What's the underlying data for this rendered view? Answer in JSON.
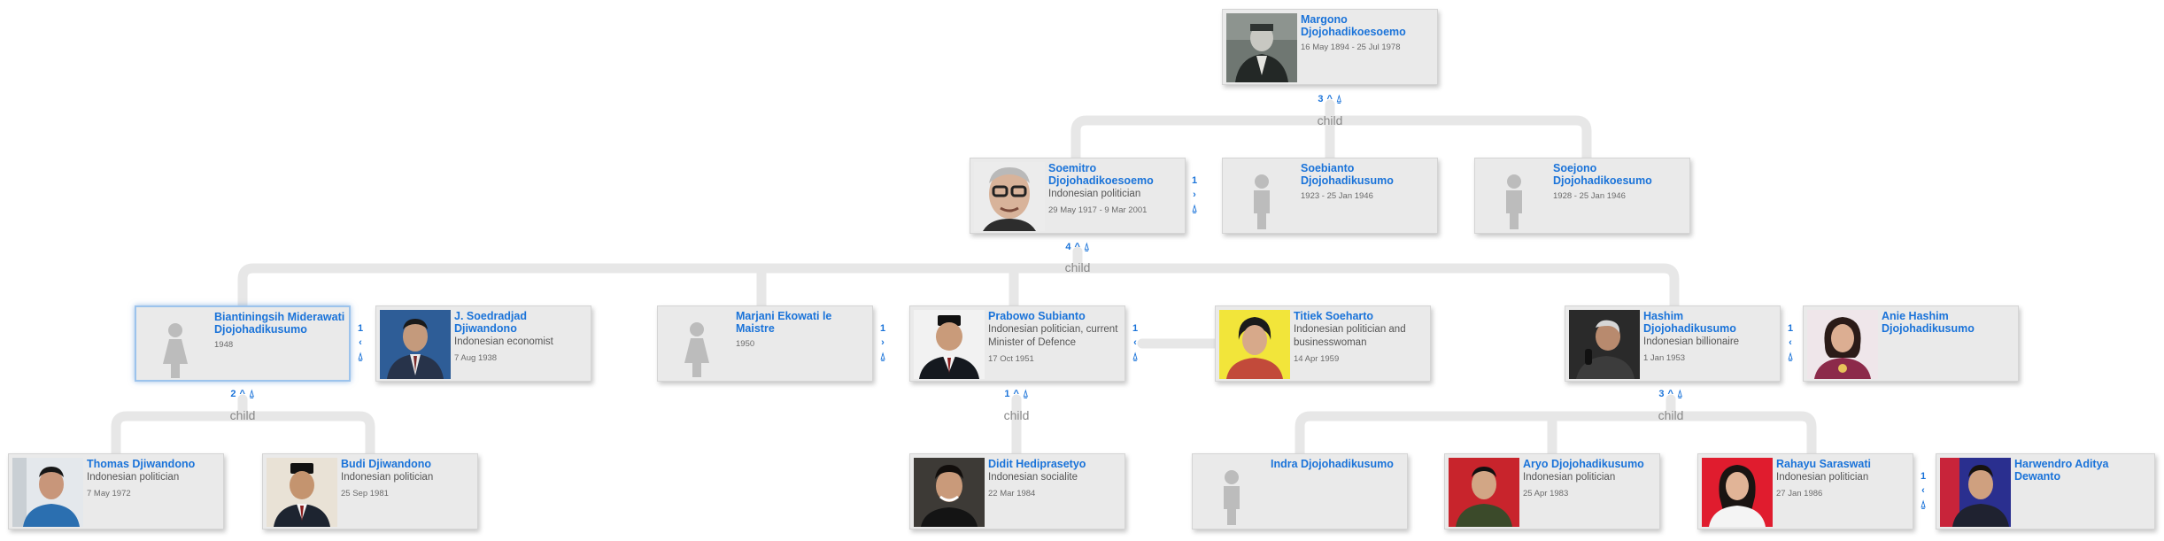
{
  "colors": {
    "link": "#1a73d9",
    "connector": "#e7e7e7",
    "card_bg": "#eaeaea",
    "selected_border": "#9cc3ec"
  },
  "child_label": "child",
  "icons": {
    "collapse": "chevron-up-icon",
    "branch": "branch-icon",
    "expand_right": "chevron-right-icon",
    "expand_left": "chevron-left-icon"
  },
  "people": {
    "margono": {
      "name": "Margono Djojohadikoesoemo",
      "desc": "",
      "dates": "16 May 1894 - 25 Jul 1978"
    },
    "soemitro": {
      "name": "Soemitro Djojohadikoesoemo",
      "desc": "Indonesian politician",
      "dates": "29 May 1917 - 9 Mar 2001"
    },
    "soebianto": {
      "name": "Soebianto Djojohadikusumo",
      "desc": "",
      "dates": "1923 - 25 Jan 1946"
    },
    "soejono": {
      "name": "Soejono Djojohadikoesumo",
      "desc": "",
      "dates": "1928 - 25 Jan 1946"
    },
    "biantiningsih": {
      "name": "Biantiningsih Miderawati Djojohadikusumo",
      "desc": "",
      "dates": "1948"
    },
    "soedradjad": {
      "name": "J. Soedradjad Djiwandono",
      "desc": "Indonesian economist",
      "dates": "7 Aug 1938"
    },
    "marjani": {
      "name": "Marjani Ekowati le Maistre",
      "desc": "",
      "dates": "1950"
    },
    "prabowo": {
      "name": "Prabowo Subianto",
      "desc": "Indonesian politician, current Minister of Defence",
      "dates": "17 Oct 1951"
    },
    "titiek": {
      "name": "Titiek Soeharto",
      "desc": "Indonesian politician and businesswoman",
      "dates": "14 Apr 1959"
    },
    "hashim": {
      "name": "Hashim Djojohadikusumo",
      "desc": "Indonesian billionaire",
      "dates": "1 Jan 1953"
    },
    "anie": {
      "name": "Anie Hashim Djojohadikusumo",
      "desc": "",
      "dates": ""
    },
    "thomas": {
      "name": "Thomas Djiwandono",
      "desc": "Indonesian politician",
      "dates": "7 May 1972"
    },
    "budi": {
      "name": "Budi Djiwandono",
      "desc": "Indonesian politician",
      "dates": "25 Sep 1981"
    },
    "didit": {
      "name": "Didit Hediprasetyo",
      "desc": "Indonesian socialite",
      "dates": "22 Mar 1984"
    },
    "indra": {
      "name": "Indra Djojohadikusumo",
      "desc": "",
      "dates": ""
    },
    "aryo": {
      "name": "Aryo Djojohadikusumo",
      "desc": "Indonesian politician",
      "dates": "25 Apr 1983"
    },
    "rahayu": {
      "name": "Rahayu Saraswati",
      "desc": "Indonesian politician",
      "dates": "27 Jan 1986"
    },
    "harwendro": {
      "name": "Harwendro Aditya Dewanto",
      "desc": "",
      "dates": ""
    }
  },
  "counts": {
    "margono_children": "3",
    "soemitro_children": "4",
    "soemitro_spouses": "1",
    "biantiningsih_children": "2",
    "biantiningsih_spouses": "1",
    "marjani_spouses": "1",
    "prabowo_children": "1",
    "prabowo_spouses": "1",
    "hashim_children": "3",
    "hashim_spouses": "1",
    "rahayu_spouses": "1"
  }
}
